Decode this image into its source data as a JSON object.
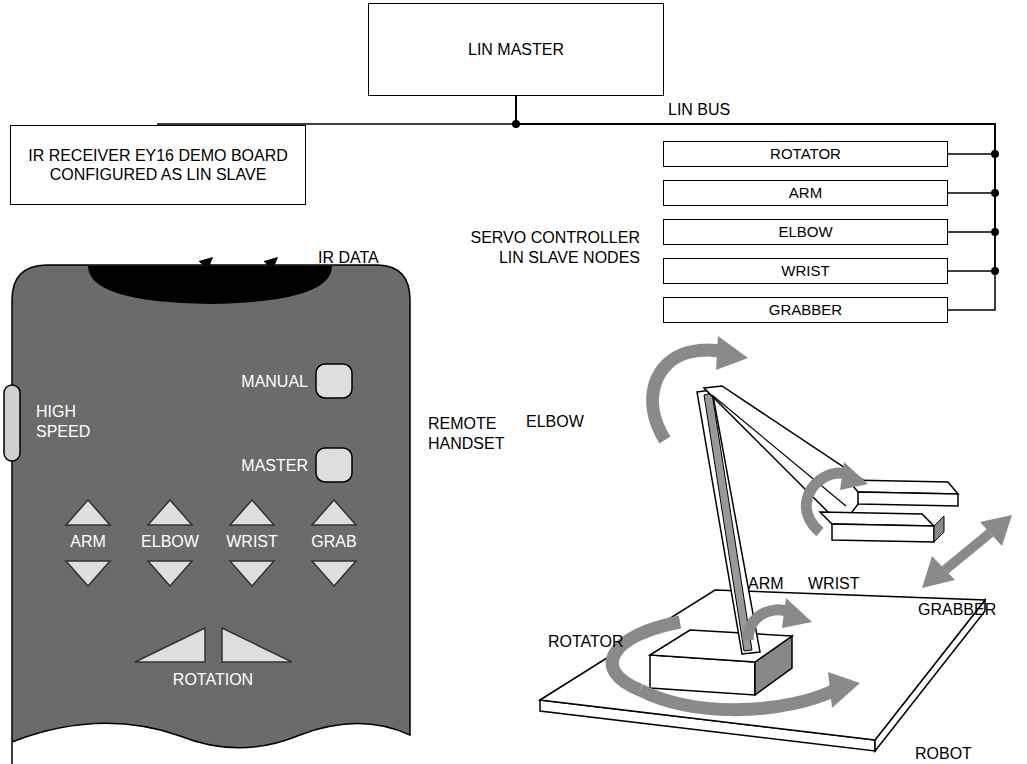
{
  "diagram": {
    "nodes": [
      {
        "text": [
          "LIN MASTER"
        ]
      },
      {
        "text": [
          "IR RECEIVER EY16 DEMO BOARD CONFIGURED AS LIN SLAVE"
        ]
      },
      {
        "text": [
          "ROTATOR"
        ]
      },
      {
        "text": [
          "ARM"
        ]
      },
      {
        "text": [
          "ELBOW"
        ]
      },
      {
        "text": [
          "WRIST"
        ]
      },
      {
        "text": [
          "GRABBER"
        ]
      }
    ],
    "edges": [
      {
        "from": 0,
        "to": 1,
        "arrow": "none"
      },
      {
        "from": 0,
        "to": 2,
        "arrow": "none"
      },
      {
        "from": 0,
        "to": 3,
        "arrow": "none"
      },
      {
        "from": 0,
        "to": 4,
        "arrow": "none"
      },
      {
        "from": 0,
        "to": 5,
        "arrow": "none"
      },
      {
        "from": 0,
        "to": 6,
        "arrow": "none"
      }
    ],
    "labels": [
      "LIN BUS",
      "SERVO CONTROLLER LIN SLAVE NODES",
      "IR DATA",
      "HIGH SPEED",
      "MANUAL",
      "MASTER",
      "ARM",
      "ELBOW",
      "WRIST",
      "GRAB",
      "ROTATION",
      "REMOTE HANDSET",
      "ELBOW",
      "ARM",
      "WRIST",
      "GRABBER",
      "ROTATOR",
      "ROBOT"
    ]
  }
}
